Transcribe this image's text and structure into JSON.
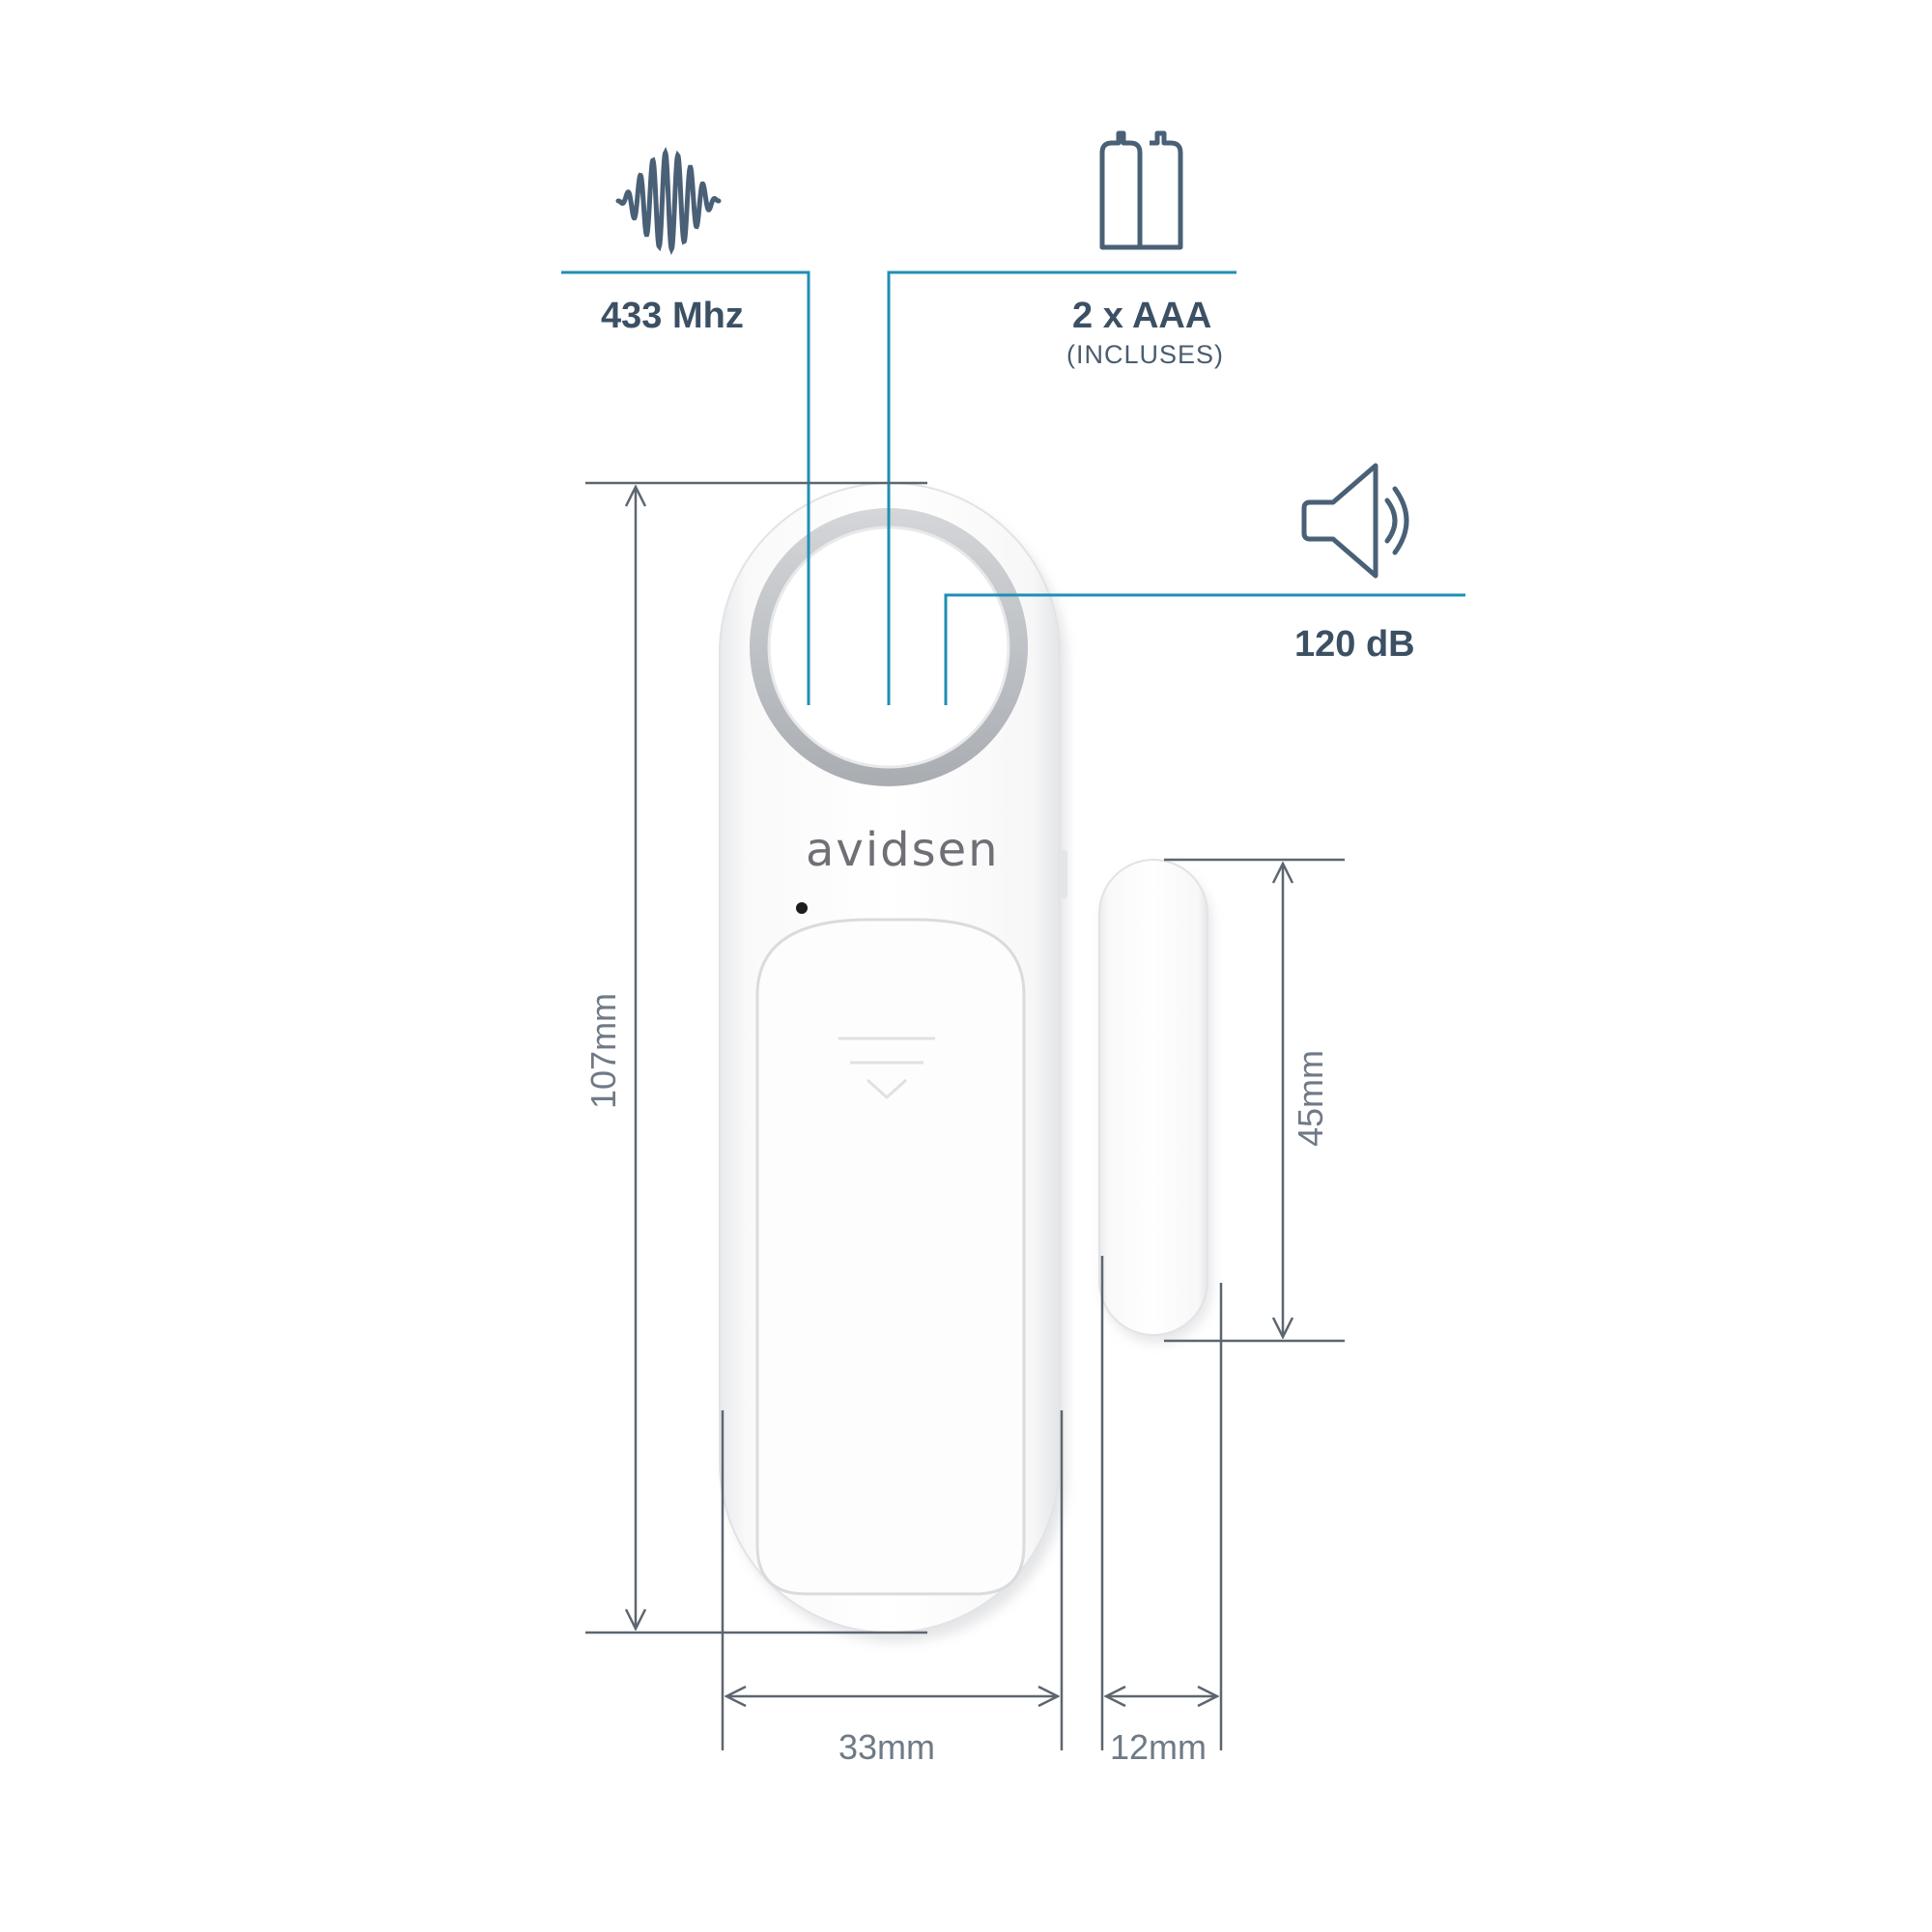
{
  "brand": "avidsen",
  "features": {
    "frequency": {
      "label": "433 Mhz",
      "icon": "sound-wave-icon"
    },
    "battery": {
      "label": "2 x AAA",
      "sublabel": "(INCLUSES)",
      "icon": "battery-icon"
    },
    "volume": {
      "label": "120 dB",
      "icon": "speaker-icon"
    }
  },
  "dimensions": {
    "main_height": "107mm",
    "main_width": "33mm",
    "magnet_height": "45mm",
    "magnet_width": "12mm"
  },
  "colors": {
    "callout_line": "#1f8fb4",
    "label_text": "#3c5064",
    "icon": "#4a6076",
    "dimension_line": "#5c6670",
    "device_body": "#fbfbfc",
    "speaker_ring": "#b9bcc0"
  }
}
